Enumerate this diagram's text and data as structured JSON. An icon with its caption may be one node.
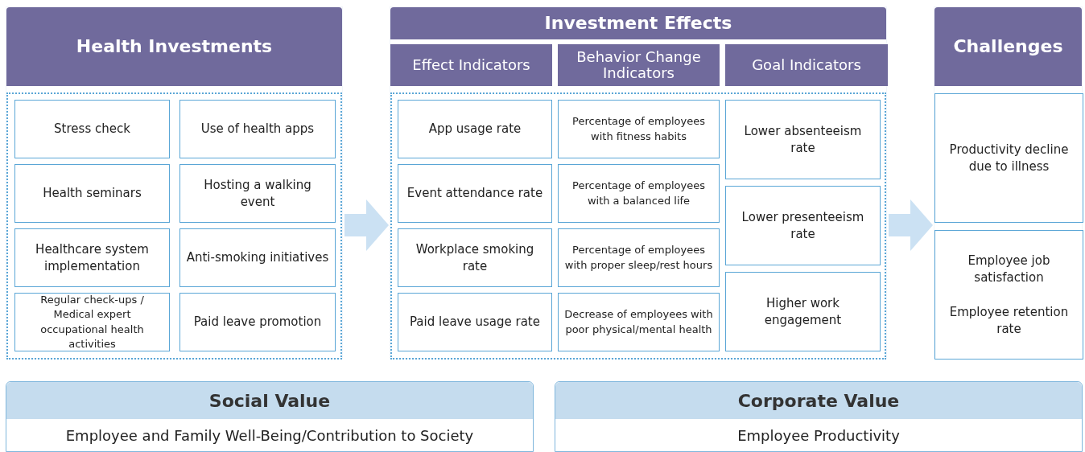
{
  "diagram": {
    "nodes": [
      {
        "text": [
          "Health Investments"
        ]
      },
      {
        "text": [
          "Stress check"
        ],
        "in": 0
      },
      {
        "text": [
          "Use of health apps"
        ],
        "in": 0
      },
      {
        "text": [
          "Health seminars"
        ],
        "in": 0
      },
      {
        "text": [
          "Hosting a walking event"
        ],
        "in": 0
      },
      {
        "text": [
          "Healthcare system implementation"
        ],
        "in": 0
      },
      {
        "text": [
          "Anti-smoking initiatives"
        ],
        "in": 0
      },
      {
        "text": [
          "Regular check-ups / Medical expert occupational health activities"
        ],
        "in": 0
      },
      {
        "text": [
          "Paid leave promotion"
        ],
        "in": 0
      },
      {
        "text": [
          "Investment Effects"
        ]
      },
      {
        "text": [
          "Effect Indicators"
        ],
        "in": 9
      },
      {
        "text": [
          "Behavior Change Indicators"
        ],
        "in": 9
      },
      {
        "text": [
          "Goal Indicators"
        ],
        "in": 9
      },
      {
        "text": [
          "App usage rate"
        ],
        "in": 9
      },
      {
        "text": [
          "Percentage of employees with fitness habits"
        ],
        "in": 9
      },
      {
        "text": [
          "Lower absenteeism rate"
        ],
        "in": 9
      },
      {
        "text": [
          "Event attendance rate"
        ],
        "in": 9
      },
      {
        "text": [
          "Percentage of employees with a balanced life"
        ],
        "in": 9
      },
      {
        "text": [
          "Lower presenteeism rate"
        ],
        "in": 9
      },
      {
        "text": [
          "Workplace smoking rate"
        ],
        "in": 9
      },
      {
        "text": [
          "Percentage of employees with proper sleep/rest hours"
        ],
        "in": 9
      },
      {
        "text": [
          "Higher work engagement"
        ],
        "in": 9
      },
      {
        "text": [
          "Paid leave usage rate"
        ],
        "in": 9
      },
      {
        "text": [
          "Decrease of employees with poor physical/mental health"
        ],
        "in": 9
      },
      {
        "text": [
          "Challenges"
        ]
      },
      {
        "text": [
          "Productivity decline due to illness"
        ],
        "in": 24
      },
      {
        "text": [
          "Employee job satisfaction",
          "Employee retention rate"
        ],
        "in": 24
      },
      {
        "text": [
          "Social Value",
          "Employee and Family Well-Being/Contribution to Society"
        ]
      },
      {
        "text": [
          "Corporate Value",
          "Employee Productivity"
        ]
      }
    ],
    "edges": [
      {
        "from": 0,
        "to": 9,
        "arrow": "to"
      },
      {
        "from": 9,
        "to": 24,
        "arrow": "to"
      }
    ]
  }
}
